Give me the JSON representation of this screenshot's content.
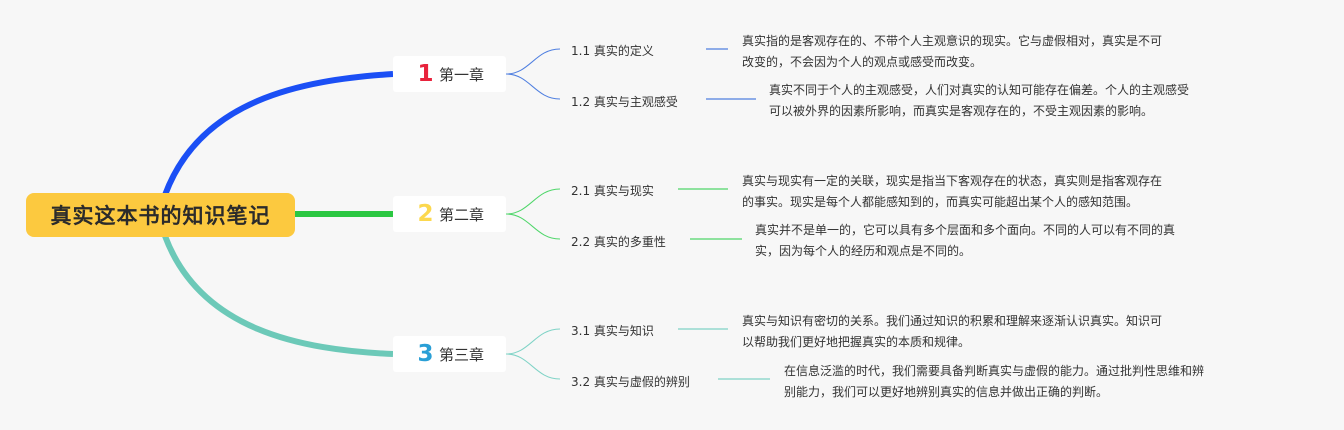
{
  "root": {
    "title": "真实这本书的知识笔记"
  },
  "chapters": [
    {
      "number": "1",
      "label": "第一章",
      "color": "#e8233c",
      "branch_color": "#1b4ff5",
      "line_color": "#4f7fe0",
      "items": [
        {
          "title": "1.1 真实的定义",
          "text": "真实指的是客观存在的、不带个人主观意识的现实。它与虚假相对，真实是不可\n改变的，不会因为个人的观点或感受而改变。"
        },
        {
          "title": "1.2 真实与主观感受",
          "text": "真实不同于个人的主观感受，人们对真实的认知可能存在偏差。个人的主观感受\n可以被外界的因素所影响，而真实是客观存在的，不受主观因素的影响。"
        }
      ]
    },
    {
      "number": "2",
      "label": "第二章",
      "color": "#fcd84e",
      "branch_color": "#2bc742",
      "line_color": "#4fd66a",
      "items": [
        {
          "title": "2.1 真实与现实",
          "text": "真实与现实有一定的关联，现实是指当下客观存在的状态，真实则是指客观存在\n的事实。现实是每个人都能感知到的，而真实可能超出某个人的感知范围。"
        },
        {
          "title": "2.2 真实的多重性",
          "text": "真实并不是单一的，它可以具有多个层面和多个面向。不同的人可以有不同的真\n实，因为每个人的经历和观点是不同的。"
        }
      ]
    },
    {
      "number": "3",
      "label": "第三章",
      "color": "#2a9fd6",
      "branch_color": "#6cc9b8",
      "line_color": "#7fd3c6",
      "items": [
        {
          "title": "3.1 真实与知识",
          "text": "真实与知识有密切的关系。我们通过知识的积累和理解来逐渐认识真实。知识可\n以帮助我们更好地把握真实的本质和规律。"
        },
        {
          "title": "3.2 真实与虚假的辨别",
          "text": "在信息泛滥的时代，我们需要具备判断真实与虚假的能力。通过批判性思维和辨\n别能力，我们可以更好地辨别真实的信息并做出正确的判断。"
        }
      ]
    }
  ]
}
